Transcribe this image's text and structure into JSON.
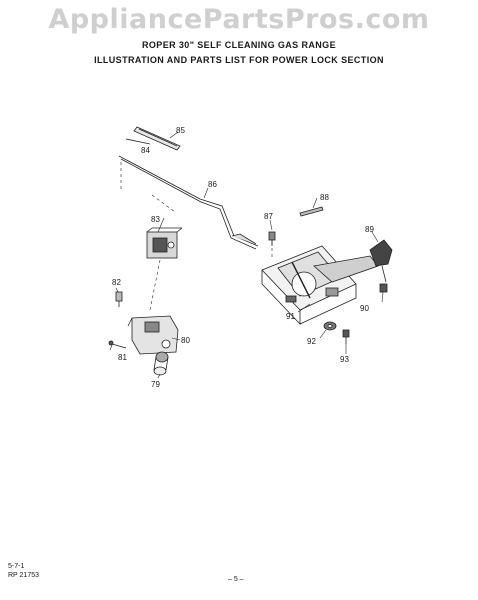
{
  "watermark": "AppliancePartsPros.com",
  "header": {
    "title": "ROPER 30\" SELF CLEANING GAS RANGE",
    "subtitle": "ILLUSTRATION AND PARTS LIST FOR POWER LOCK SECTION"
  },
  "callouts": {
    "c79": "79",
    "c80": "80",
    "c81": "81",
    "c82": "82",
    "c83": "83",
    "c84": "84",
    "c85": "85",
    "c86": "86",
    "c87": "87",
    "c88": "88",
    "c89": "89",
    "c90": "90",
    "c91": "91",
    "c92": "92",
    "c93": "93"
  },
  "footer": {
    "code1": "5-7-1",
    "code2": "RP 21753",
    "page": "– 5 –"
  }
}
